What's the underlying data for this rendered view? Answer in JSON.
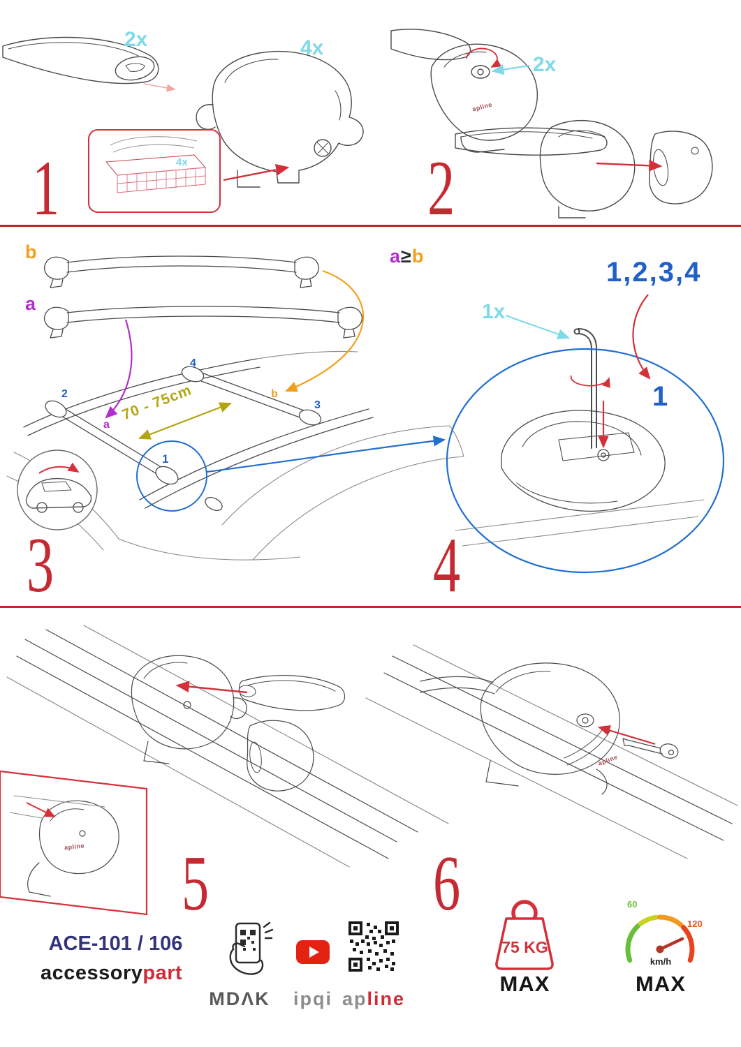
{
  "colors": {
    "accent_red": "#c52a32",
    "cyan": "#7fd9e8",
    "blue": "#2160c4",
    "purple": "#b12fc9",
    "orange": "#f2a01c",
    "olive": "#b3a512",
    "navy": "#33337a",
    "logo_gray": "#8c8d8f"
  },
  "steps": {
    "s1": {
      "num": "1",
      "bar_qty": "2x",
      "foot_qty": "4x",
      "pad_qty": "4x"
    },
    "s2": {
      "num": "2",
      "lock_qty": "2x"
    },
    "s3": {
      "num": "3",
      "label_a": "a",
      "label_b": "b",
      "rule_a": "a",
      "rule_op": "≥",
      "rule_b": "b",
      "distance": "70 - 75cm",
      "pos1": "1",
      "pos2": "2",
      "pos3": "3",
      "pos4": "4",
      "roof_a": "a",
      "roof_b": "b"
    },
    "s4": {
      "num": "4",
      "order": "1,2,3,4",
      "key_qty": "1x",
      "first": "1"
    },
    "s5": {
      "num": "5"
    },
    "s6": {
      "num": "6"
    }
  },
  "brand": {
    "foot_logo": "apline"
  },
  "footer": {
    "model": "ACE-101 / 106",
    "accessory": "accessory",
    "part": "part",
    "mdak": "MDΛK",
    "ipqi": "ipqi",
    "apline_ap": "ap",
    "apline_line": "line",
    "weight": "75 KG",
    "weight_max": "MAX",
    "speed_low": "60",
    "speed_high": "120",
    "speed_unit": "km/h",
    "speed_max": "MAX"
  }
}
